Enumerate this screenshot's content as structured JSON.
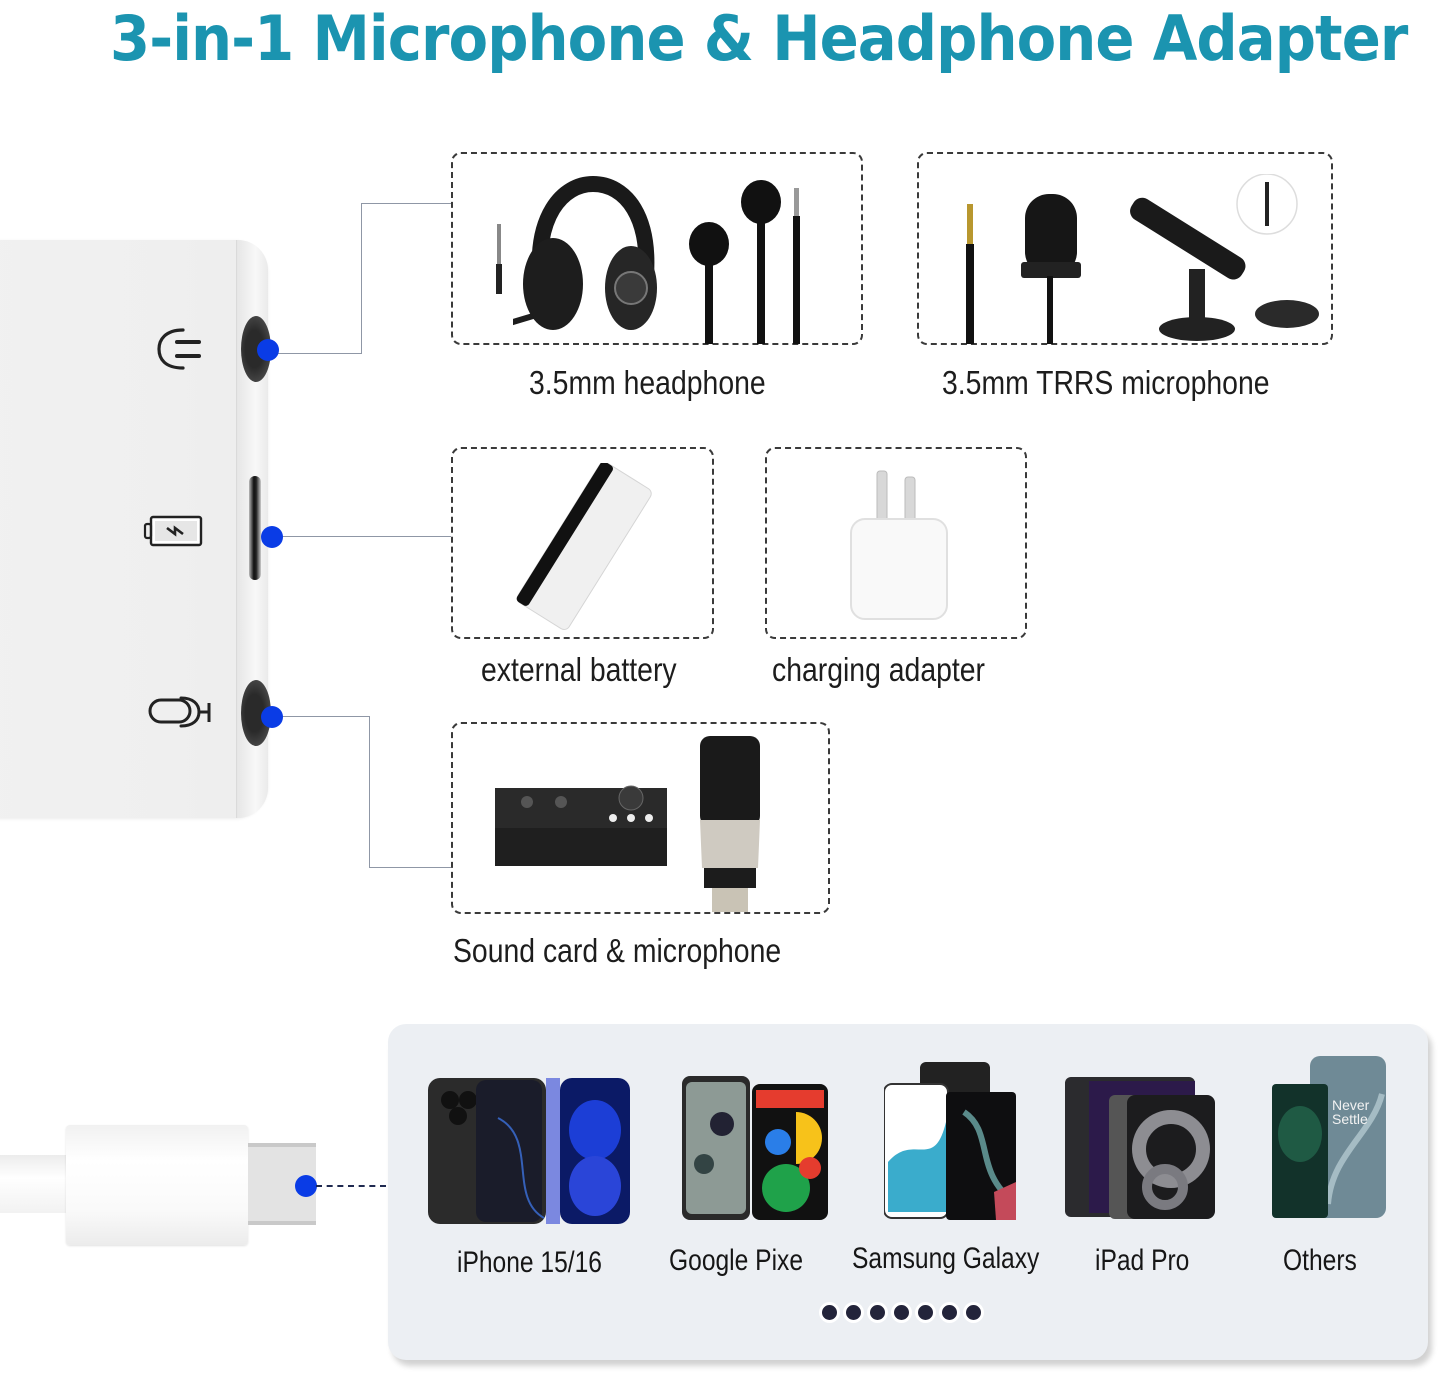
{
  "title": "3-in-1 Microphone & Headphone Adapter",
  "colors": {
    "title": "#1b94b0",
    "connector_dot": "#0a3ce6",
    "connector_line": "#8f97a6",
    "panel_bg": "#eceff3"
  },
  "adapter": {
    "ports": [
      {
        "name": "headphone-port",
        "icon": "headphone-icon"
      },
      {
        "name": "charging-port",
        "icon": "battery-charging-icon"
      },
      {
        "name": "microphone-port",
        "icon": "microphone-icon"
      }
    ]
  },
  "accessories": [
    {
      "label": "3.5mm headphone",
      "items": [
        "gaming headset",
        "wired earphones",
        "3.5mm plug"
      ]
    },
    {
      "label": "3.5mm TRRS  microphone",
      "items": [
        "TRRS plug",
        "lavalier microphone",
        "desktop shotgun microphone"
      ]
    },
    {
      "label": "external battery",
      "items": [
        "power bank"
      ]
    },
    {
      "label": "charging adapter",
      "items": [
        "wall charger"
      ]
    },
    {
      "label": "Sound card & microphone",
      "items": [
        "audio interface",
        "condenser microphone"
      ]
    }
  ],
  "devices": {
    "items": [
      {
        "label": "iPhone 15/16"
      },
      {
        "label": "Google  Pixe"
      },
      {
        "label": "Samsung Galaxy"
      },
      {
        "label": "iPad Pro"
      },
      {
        "label": "Others",
        "screen_text": "Never Settle"
      }
    ],
    "more_dots": 7
  }
}
